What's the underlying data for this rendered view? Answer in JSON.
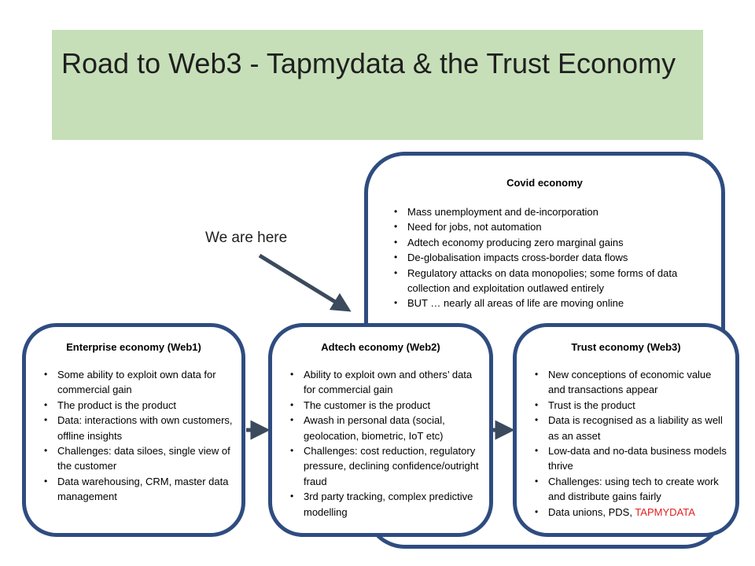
{
  "title": "Road to Web3 - Tapmydata & the Trust Economy",
  "pointer_label": "We are here",
  "covid": {
    "title": "Covid economy",
    "items": [
      "Mass unemployment  and de-incorporation",
      "Need for jobs, not automation",
      "Adtech economy producing zero marginal gains",
      "De-globalisation impacts cross-border data flows",
      "Regulatory attacks on data monopolies; some forms of data collection and exploitation outlawed entirely",
      "BUT … nearly all areas of life are moving online"
    ]
  },
  "web1": {
    "title": "Enterprise economy (Web1)",
    "items": [
      "Some ability to exploit own data for commercial gain",
      "The product is the product",
      "Data: interactions with own customers, offline insights",
      "Challenges: data siloes, single view of the customer",
      "Data warehousing, CRM, master data management"
    ]
  },
  "web2": {
    "title": "Adtech economy (Web2)",
    "items": [
      "Ability to exploit own and others’ data for commercial gain",
      "The customer is the product",
      "Awash in personal data (social, geolocation, biometric, IoT etc)",
      "Challenges: cost reduction, regulatory pressure, declining confidence/outright fraud",
      "3rd party tracking, complex predictive modelling"
    ]
  },
  "web3": {
    "title": "Trust economy (Web3)",
    "items": [
      "New conceptions of economic value and transactions appear",
      "Trust is the product",
      "Data is recognised as a liability as well as an asset",
      "Low-data and no-data business models thrive",
      "Challenges: using tech to create work and distribute gains fairly"
    ],
    "last_item_prefix": "Data unions, PDS, ",
    "last_item_highlight": "TAPMYDATA"
  },
  "colors": {
    "border": "#2f4c80",
    "title_bg": "#c6dfb8",
    "arrow": "#3b4a5c",
    "highlight": "#e02020"
  }
}
